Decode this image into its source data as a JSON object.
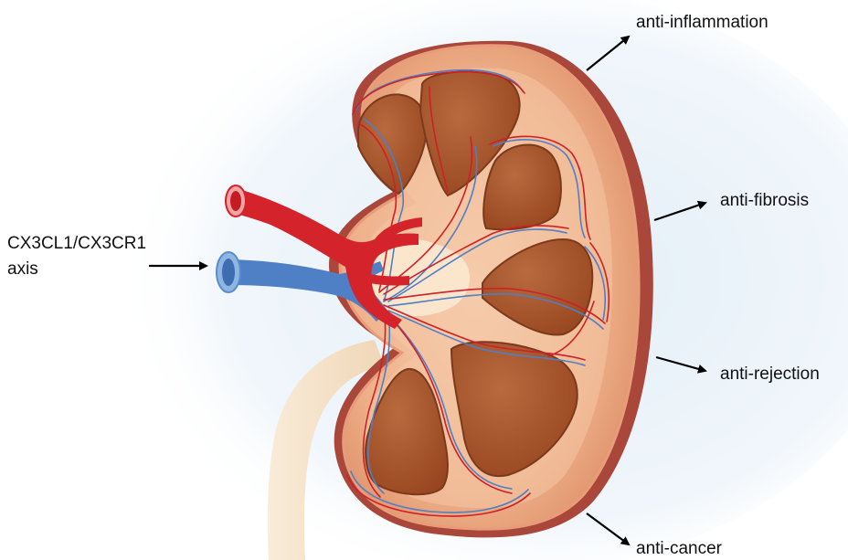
{
  "diagram": {
    "source_label": {
      "line1": "CX3CL1/CX3CR1",
      "line2": "axis"
    },
    "effects": [
      "anti-inflammation",
      "anti-fibrosis",
      "anti-rejection",
      "anti-cancer"
    ]
  },
  "colors": {
    "cortex": "#e8a27a",
    "capsule": "#a8473a",
    "pyramid": "#a8562f",
    "artery": "#d4232a",
    "vein": "#4f7fc4",
    "ureter": "#f3dcc0",
    "glow": "#dcebf5",
    "arrow": "#000000"
  }
}
